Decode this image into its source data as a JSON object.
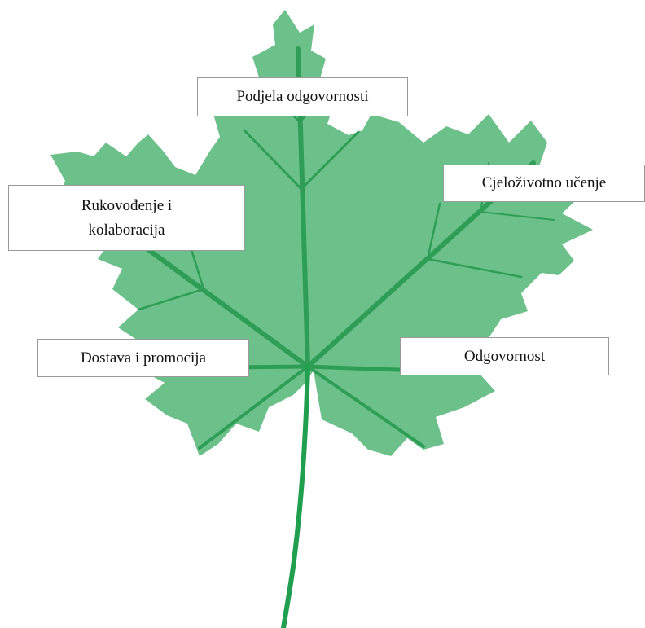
{
  "diagram": {
    "labels": {
      "top": "Podjela odgovornosti",
      "upper_left_line1": "Rukovođenje i",
      "upper_left_line2": "kolaboracija",
      "upper_right": "Cjeloživotno učenje",
      "lower_left": "Dostava i promocija",
      "lower_right": "Odgovornost"
    },
    "colors": {
      "leaf_fill": "#6cc18a",
      "leaf_vein": "#2e9e57",
      "leaf_stem": "#20a04f",
      "box_border": "#9a9a9a"
    }
  }
}
